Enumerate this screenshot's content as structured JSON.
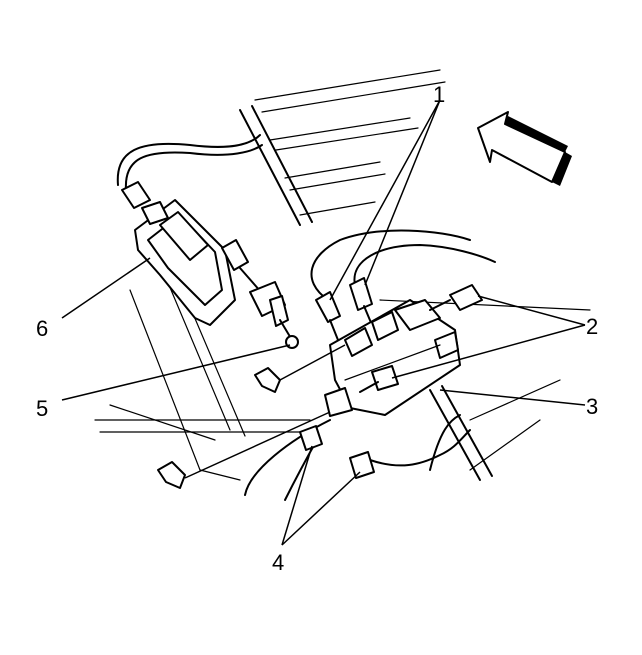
{
  "callouts": {
    "c1": "1",
    "c2": "2",
    "c3": "3",
    "c4": "4",
    "c5": "5",
    "c6": "6"
  },
  "colors": {
    "ink": "#000000",
    "background": "#ffffff"
  },
  "icons": [
    "forward-arrow-icon",
    "clip-icon",
    "screw-icon",
    "connector-icon"
  ]
}
